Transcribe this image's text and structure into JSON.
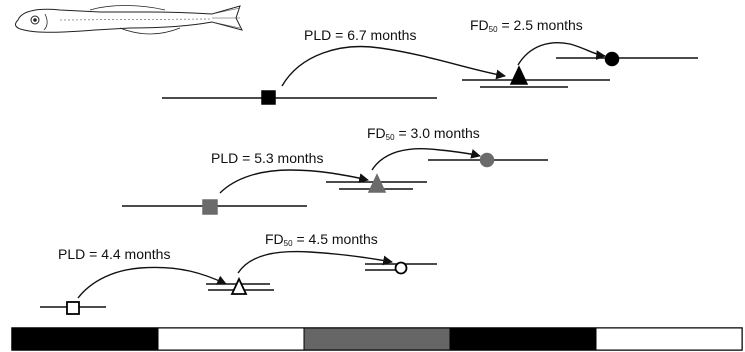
{
  "rows": [
    {
      "pld_text": "PLD = 6.7 months",
      "fd_prefix": "FD",
      "fd_sub": "50",
      "fd_value": " = 2.5 months",
      "color": "#000000",
      "marker_fill": "#000000"
    },
    {
      "pld_text": "PLD = 5.3 months",
      "fd_prefix": "FD",
      "fd_sub": "50",
      "fd_value": " = 3.0 months",
      "color": "#6b6b6b",
      "marker_fill": "#6b6b6b"
    },
    {
      "pld_text": "PLD = 4.4 months",
      "fd_prefix": "FD",
      "fd_sub": "50",
      "fd_value": " = 4.5 months",
      "color": "#000000",
      "marker_fill": "#ffffff"
    }
  ],
  "timeline_bar": {
    "segments": [
      {
        "color": "#000000"
      },
      {
        "color": "#ffffff"
      },
      {
        "color": "#666666"
      },
      {
        "color": "#000000"
      },
      {
        "color": "#ffffff"
      }
    ]
  },
  "fish_illustration": {
    "icon": "goby-fish-icon"
  }
}
